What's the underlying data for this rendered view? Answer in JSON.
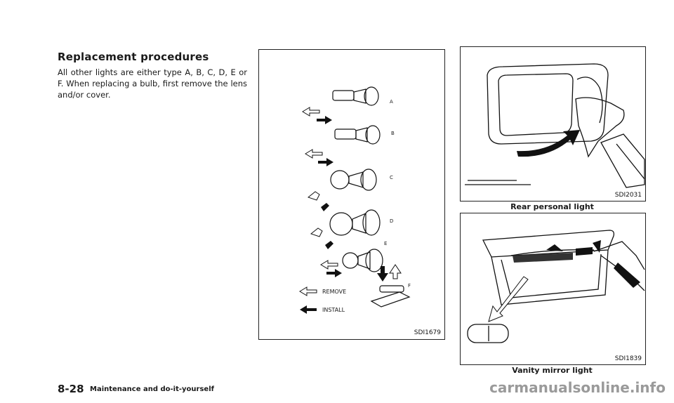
{
  "section": {
    "heading": "Replacement procedures",
    "body": "All other lights are either type A, B, C, D, E or F. When replacing a bulb, first remove the lens and/or cover."
  },
  "figures": {
    "bulbs": {
      "code": "SDI1679",
      "types": [
        "A",
        "B",
        "C",
        "D",
        "E",
        "F"
      ],
      "legend_remove": "REMOVE",
      "legend_install": "INSTALL"
    },
    "rear": {
      "code": "SDI2031",
      "caption": "Rear personal light"
    },
    "vanity": {
      "code": "SDI1839",
      "caption": "Vanity mirror light"
    }
  },
  "footer": {
    "page_number": "8-28",
    "section_name": "Maintenance and do-it-yourself",
    "watermark": "carmanualsonline.info"
  }
}
